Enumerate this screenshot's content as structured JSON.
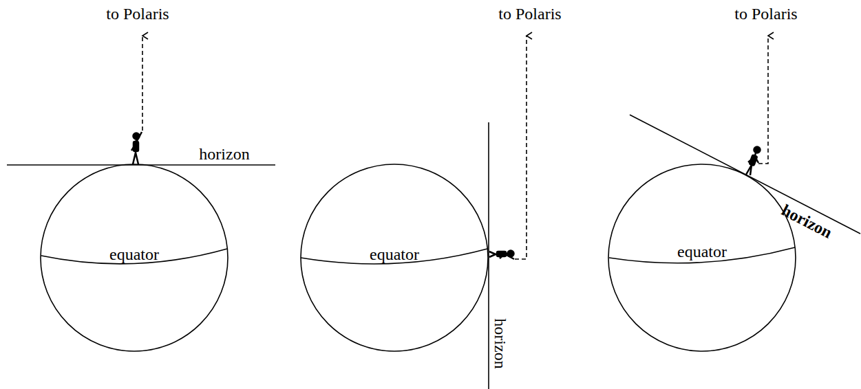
{
  "diagram": {
    "nodes": [
      {
        "text": [
          "equator"
        ]
      },
      {
        "text": [
          "equator"
        ]
      },
      {
        "text": [
          "equator"
        ]
      }
    ],
    "labels": [
      "to Polaris",
      "to Polaris",
      "to Polaris",
      "horizon",
      "horizon",
      "horizon"
    ]
  }
}
